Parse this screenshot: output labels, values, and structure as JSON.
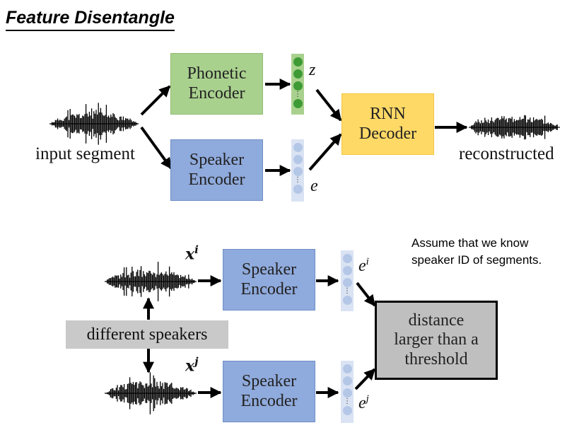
{
  "title": "Feature Disentangle",
  "top": {
    "input_label": "input segment",
    "phonetic_encoder": [
      "Phonetic",
      "Encoder"
    ],
    "speaker_encoder": [
      "Speaker",
      "Encoder"
    ],
    "rnn_decoder": [
      "RNN",
      "Decoder"
    ],
    "output_label": "reconstructed",
    "z_label": "z",
    "e_label": "e"
  },
  "bottom": {
    "note": [
      "Assume that we know",
      "speaker ID of segments."
    ],
    "xi_base": "x",
    "xi_sup": "i",
    "xj_base": "x",
    "xj_sup": "j",
    "ei_base": "e",
    "ei_sup": "i",
    "ej_base": "e",
    "ej_sup": "j",
    "speaker_encoder_1": [
      "Speaker",
      "Encoder"
    ],
    "speaker_encoder_2": [
      "Speaker",
      "Encoder"
    ],
    "different_speakers": "different speakers",
    "distance_box": [
      "distance",
      "larger than a",
      "threshold"
    ]
  },
  "colors": {
    "phonetic": "#a9d18e",
    "speaker": "#8faadc",
    "decoder": "#ffd966",
    "distance": "#bfbfbf",
    "label_gray": "#c9c9c9"
  }
}
